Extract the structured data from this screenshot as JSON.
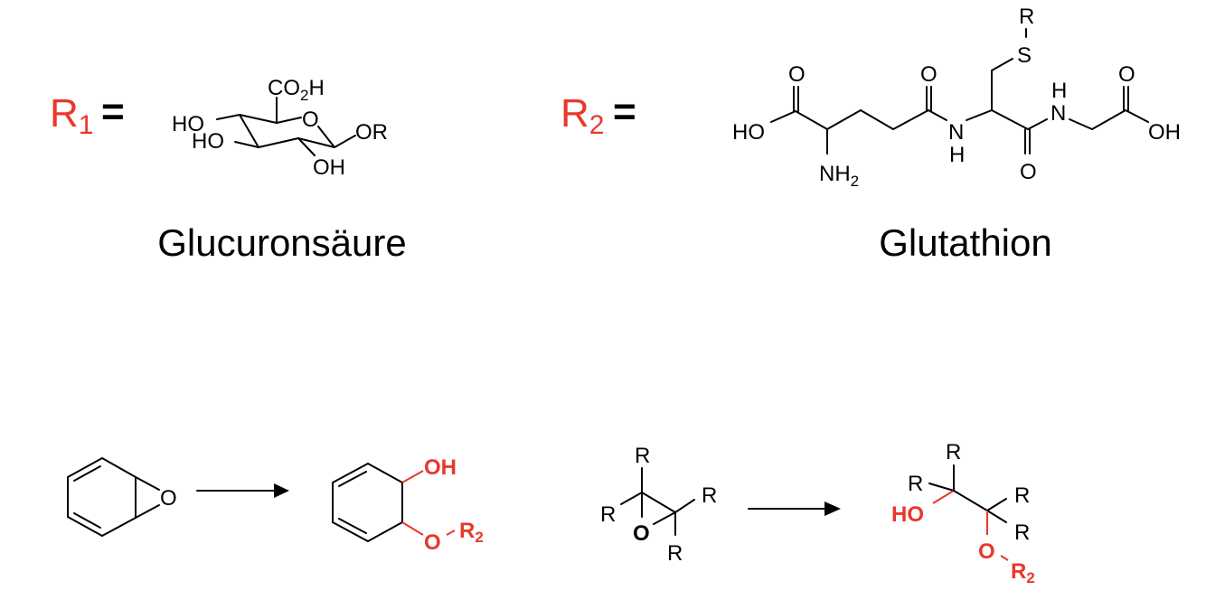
{
  "colors": {
    "accent": "#e8382b",
    "text": "#000000"
  },
  "r1": {
    "symbol": "R",
    "index": "1",
    "equals": "=",
    "name": "Glucuronsäure",
    "atoms": {
      "co2h_main": "CO",
      "co2h_sub": "2",
      "co2h_tail": "H",
      "ring_o": "O",
      "ho1": "HO",
      "ho2": "HO",
      "oh": "OH",
      "or": "OR"
    }
  },
  "r2": {
    "symbol": "R",
    "index": "2",
    "equals": "=",
    "name": "Glutathion",
    "atoms": {
      "ho": "HO",
      "o1": "O",
      "nh2_main": "NH",
      "nh2_sub": "2",
      "o2": "O",
      "n1": "N",
      "h1": "H",
      "s": "S",
      "r": "R",
      "o3": "O",
      "n2": "N",
      "h2": "H",
      "o4": "O",
      "oh": "OH"
    }
  },
  "reaction1": {
    "epoxide_o": "O",
    "product_oh": "OH",
    "product_o": "O",
    "product_r": "R",
    "product_r_sub": "2"
  },
  "reaction2": {
    "r_top": "R",
    "r_left": "R",
    "epoxide_o": "O",
    "r_right": "R",
    "r_bottom": "R",
    "p_r_top": "R",
    "p_r_left": "R",
    "p_ho": "HO",
    "p_r_right1": "R",
    "p_r_right2": "R",
    "p_o": "O",
    "p_r2": "R",
    "p_r2_sub": "2"
  }
}
